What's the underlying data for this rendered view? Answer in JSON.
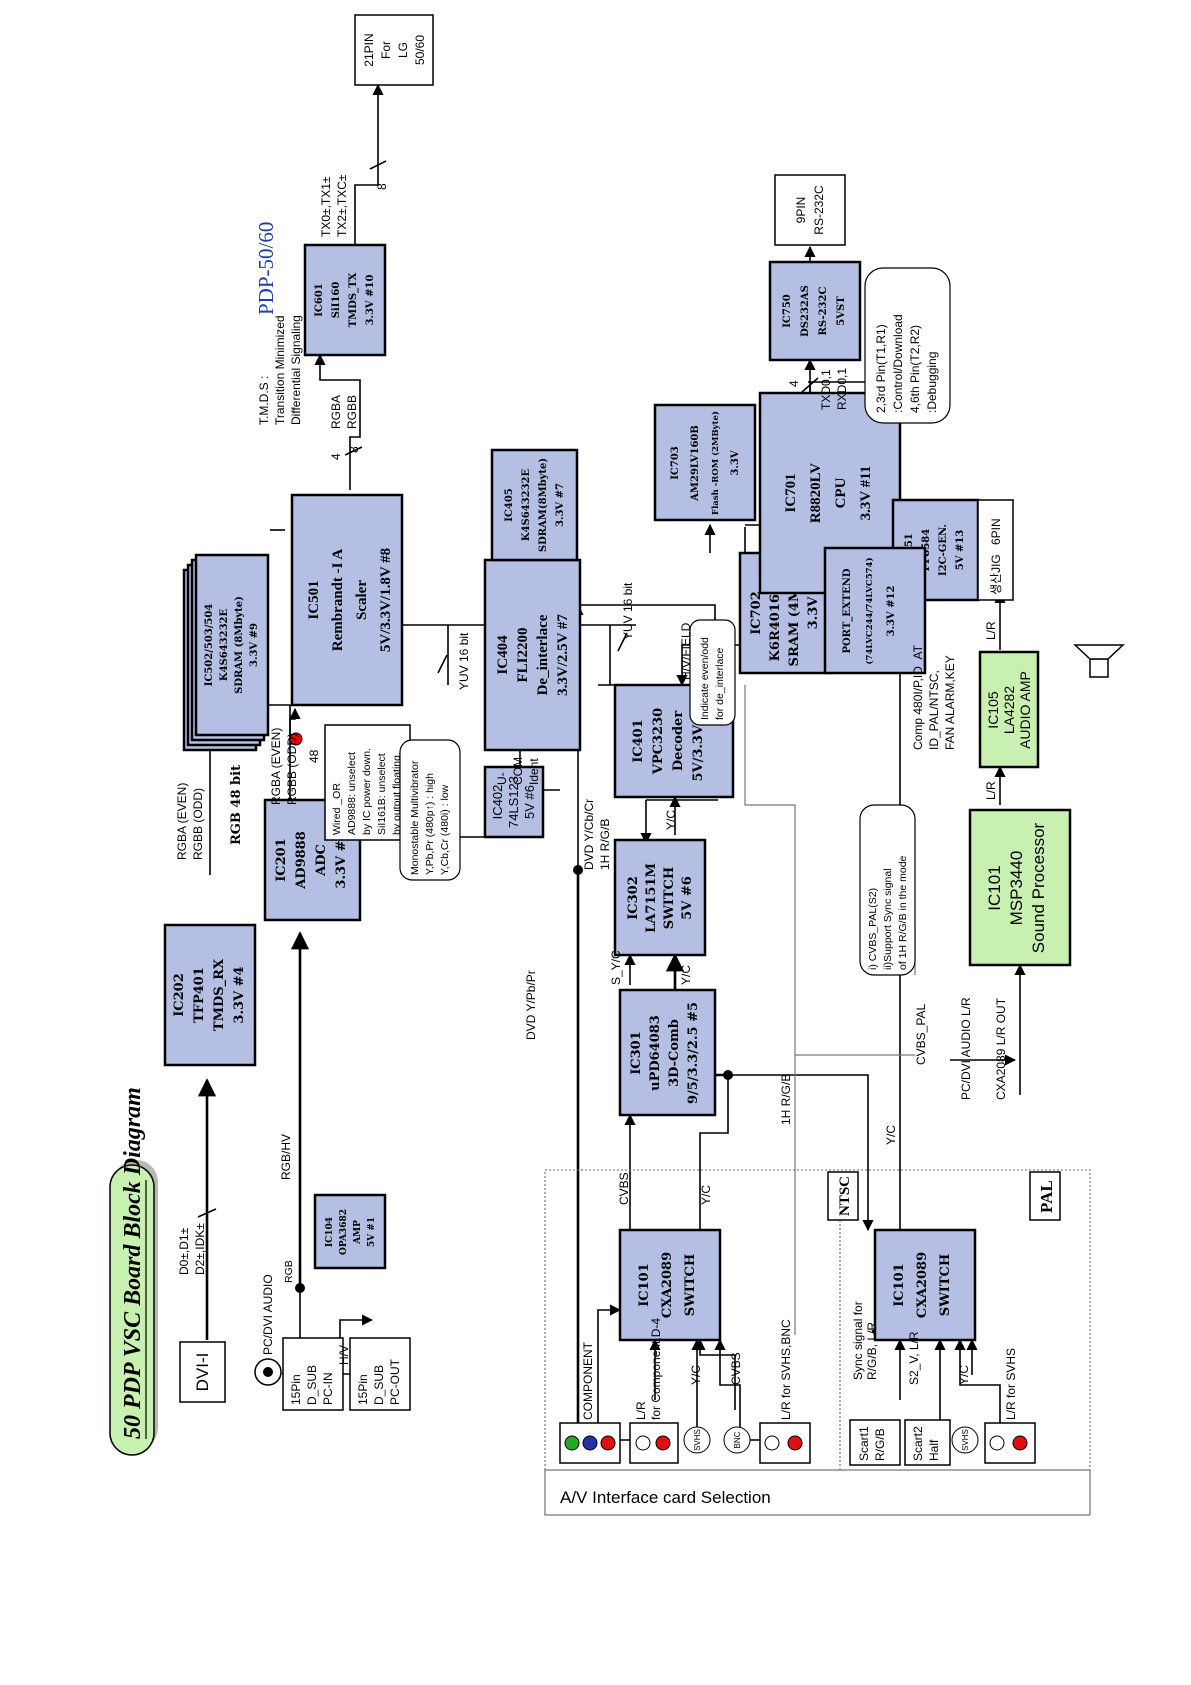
{
  "title": "50  PDP VSC Board Block Diagram",
  "model": "PDP-50/60",
  "colors": {
    "block": "#b4bfe3",
    "audio_block": "#c8f0b0",
    "model_text": "#1f3fa0"
  },
  "blocks": {
    "ic202": [
      "IC202",
      "TFP401",
      "TMDS_RX",
      "3.3V  #4"
    ],
    "ic201": [
      "IC201",
      "AD9888",
      "ADC",
      "3.3V  #3"
    ],
    "ic501": [
      "IC501",
      "Rembrandt -I A",
      "Scaler",
      "5V/3.3V/1.8V  #8"
    ],
    "ic502": [
      "IC502/503/504",
      "K4S643232E",
      "SDRAM (8Mbyte)",
      "3.3V  #9"
    ],
    "ic601": [
      "IC601",
      "SiI160",
      "TMDS_TX",
      "3.3V  #10"
    ],
    "ic404": [
      "IC404",
      "FLI2200",
      "De_interlace",
      "3.3V/2.5V  #7"
    ],
    "ic405": [
      "IC405",
      "K4S643232E",
      "SDRAM(8Mbyte)",
      "3.3V  #7"
    ],
    "ic402": [
      "IC402",
      "74LS123",
      "5V  #6"
    ],
    "ic401": [
      "IC401",
      "VPC3230",
      "Decoder",
      "5V/3.3V  #6"
    ],
    "ic702": [
      "IC702",
      "K6R4016V1C",
      "SRAM  (4MBit)",
      "3.3V"
    ],
    "ic703": [
      "IC703",
      "AM29LV160B",
      "Flash -ROM  (2MByte)",
      "3.3V"
    ],
    "ic701": [
      "IC701",
      "R8820LV",
      "CPU",
      "3.3V  #11"
    ],
    "ic750": [
      "IC750",
      "DS232AS",
      "RS-232C",
      "5VST"
    ],
    "ic751": [
      "IC751",
      "PF8584",
      "I2C-GEN.",
      "5V  #13"
    ],
    "port": [
      "PORT_EXTEND",
      "(74LVC244/74LVC574)",
      "3.3V  #12"
    ],
    "ic302": [
      "IC302",
      "LA7151M",
      "SWITCH",
      "5V  #6"
    ],
    "ic301": [
      "IC301",
      "uPD64083",
      "3D-Comb",
      "9/5/3.3/2.5  #5"
    ],
    "ic101a": [
      "IC101",
      "CXA2089",
      "SWITCH"
    ],
    "ic101b": [
      "IC101",
      "CXA2089",
      "SWITCH"
    ],
    "ic104": [
      "IC104",
      "OPA3682",
      "AMP",
      "5V  #1"
    ],
    "ic101m": [
      "IC101",
      "MSP3440",
      "Sound Processor"
    ],
    "ic105": [
      "IC105",
      "LA4282",
      "AUDIO AMP"
    ]
  },
  "connectors": {
    "dvi": "DVI-I",
    "pc_audio": "PC/DVI AUDIO",
    "pcin": [
      "15Pin",
      "D_SUB",
      "PC-IN"
    ],
    "pcout": [
      "15Pin",
      "D_SUB",
      "PC-OUT"
    ],
    "lg": [
      "21PIN",
      "For",
      "LG",
      "50/60"
    ],
    "rs232": [
      "9PIN",
      "RS-232C"
    ],
    "jig": [
      "6PIN",
      "생산JIG"
    ],
    "scart1": [
      "Scart1",
      "R/G/B"
    ],
    "scart2": [
      "Scart2",
      "Half"
    ],
    "svhs": "SVHS",
    "bnc": "BNC"
  },
  "labels": {
    "d0": "D0±,D1±",
    "d2": "D2±,IDK±",
    "rgbhv": "RGB/HV",
    "hv": "H/V",
    "rgb": "RGB",
    "rgba_even": "RGBA (EVEN)",
    "rgbb_odd": "RGBB (ODD)",
    "rgb48": "RGB 48 bit",
    "rgba_even2": "RGBA (EVEN)",
    "rgbb_odd2": "RGBB (ODD)",
    "n48": "48",
    "wired": [
      "Wired _OR",
      "AD9888: unselect",
      "by IC power down.",
      "SiI161B: unselect",
      "by output floating."
    ],
    "rgba_rgbb": [
      "RGBA",
      "RGBB"
    ],
    "n4": "4",
    "n8": "8",
    "tmds": [
      "T.M.D.S :",
      "Transition Minimized",
      "Differential Signaling"
    ],
    "tx": [
      "TX0±,TX1±",
      "TX2±,TXC±"
    ],
    "yuv1": "YUV 16 bit",
    "yuv2": "YUV 16 bit",
    "mono": [
      "Monostable Multivibrator",
      "Y,Pb,Pr (480p↑) : high",
      "Y,Cb,Cr (480i)   : low"
    ],
    "ucom": [
      "U-",
      "COM",
      "Ident"
    ],
    "hvfield": "H/V/FIELD",
    "even_odd": [
      "Indicate even/odd",
      "for de_interlace"
    ],
    "dvd_ycb": [
      "DVD Y/Cb/Cr",
      "1H R/G/B"
    ],
    "yc": "Y/C",
    "s_yc": "S_Y/C",
    "cvbs": "CVBS",
    "dvd_ypbpr": "DVD Y/Pb/Pr",
    "hrgb": "1H R/G/B",
    "cvbs_pal": "CVBS_PAL",
    "cvbs_note": [
      "i) CVBS_PAL(S2)",
      "ii)Support Sync signal",
      "of 1H R/G/B in the mode"
    ],
    "pcdvi_audio_lr": "PC/DVI AUDIO L/R",
    "cxa_lr_out": "CXA2089 L/R OUT",
    "lr": "L/R",
    "comp_note": [
      "Comp 480I/P,ID_AT",
      "ID_PAL/NTSC,",
      "FAN ALARM,KEY"
    ],
    "txd": [
      "TXD0,1",
      "RXD0,1"
    ],
    "rs_note": [
      "2,3rd Pin(T1,R1)",
      ":Control/Download",
      "4,6th Pin(T2,R2)",
      ":Debugging"
    ],
    "av_sel": "A/V Interface card Selection",
    "ntsc": "NTSC",
    "pal": "PAL",
    "component": "COMPONENT",
    "lr_comp": [
      "L/R",
      "for Component,D-4"
    ],
    "lr_svhs_bnc": "L/R for SVHS,BNC",
    "sync_rgb": [
      "Sync signal for",
      "R/G/B, L/R"
    ],
    "s2v": "S2_V, L/R",
    "lr_svhs": "L/R for SVHS"
  }
}
